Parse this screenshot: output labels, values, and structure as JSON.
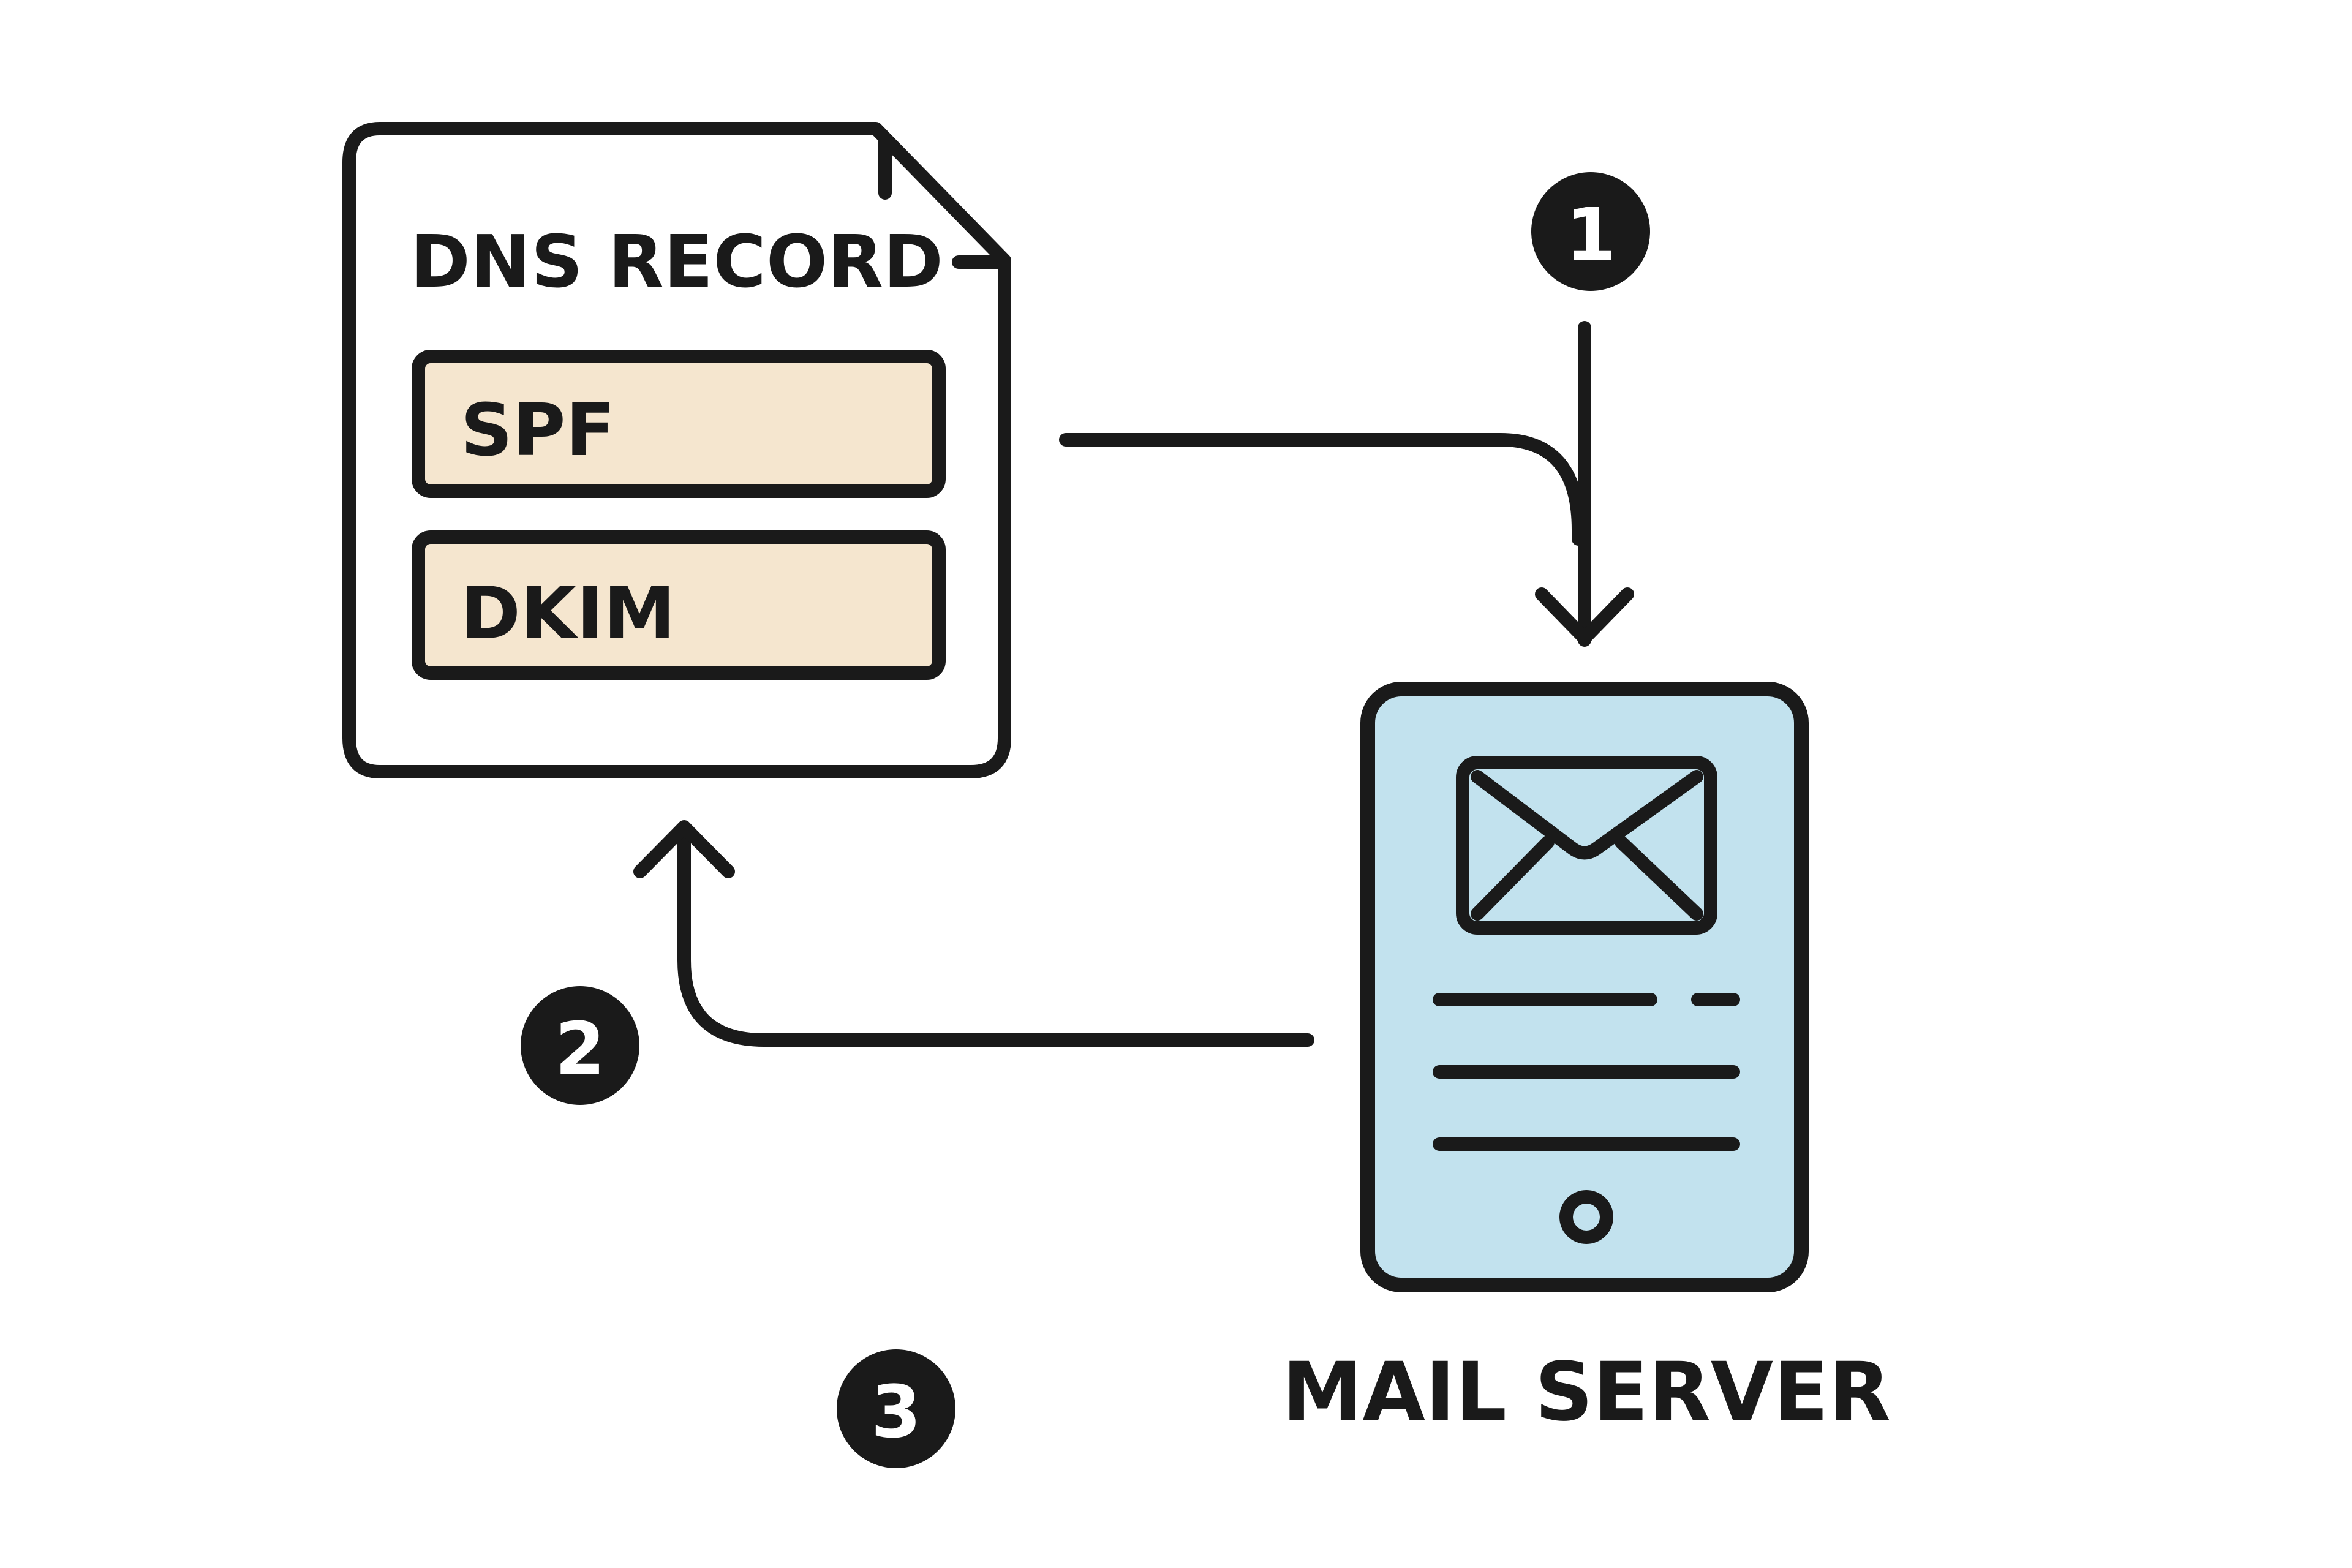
{
  "dns_record": {
    "title": "DNS RECORD",
    "entries": [
      "SPF",
      "DKIM"
    ],
    "entry_fill": "#f5e6cf"
  },
  "mail_server": {
    "label": "MAIL SERVER",
    "fill": "#c2e2ee",
    "icon": "envelope-icon"
  },
  "steps": [
    "1",
    "2",
    "3"
  ],
  "colors": {
    "ink": "#1a1a1a",
    "background": "#ffffff"
  }
}
